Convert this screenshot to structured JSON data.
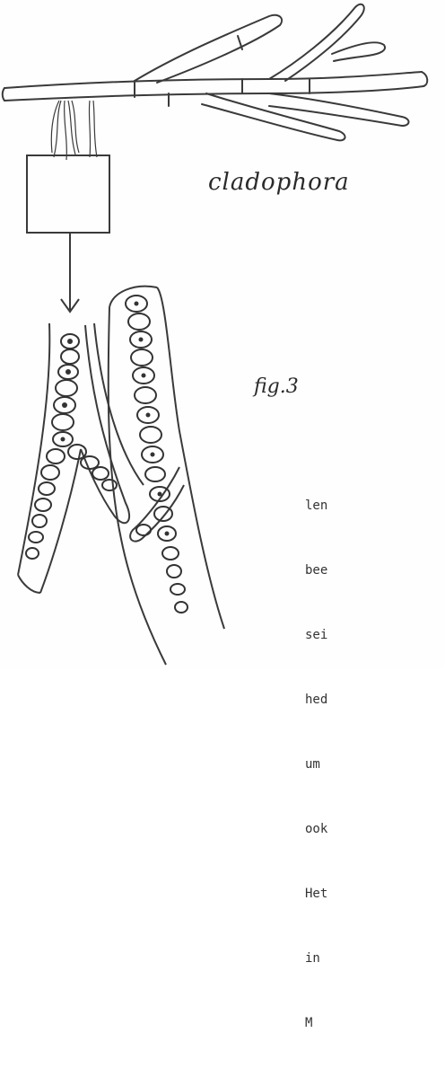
{
  "captions": {
    "organism": "cladophora",
    "figure": "fig.3"
  },
  "typed_text": {
    "lines": [
      "len",
      "bee",
      "sei",
      "hed",
      "um",
      "ook",
      "Het",
      "in",
      "M"
    ]
  }
}
